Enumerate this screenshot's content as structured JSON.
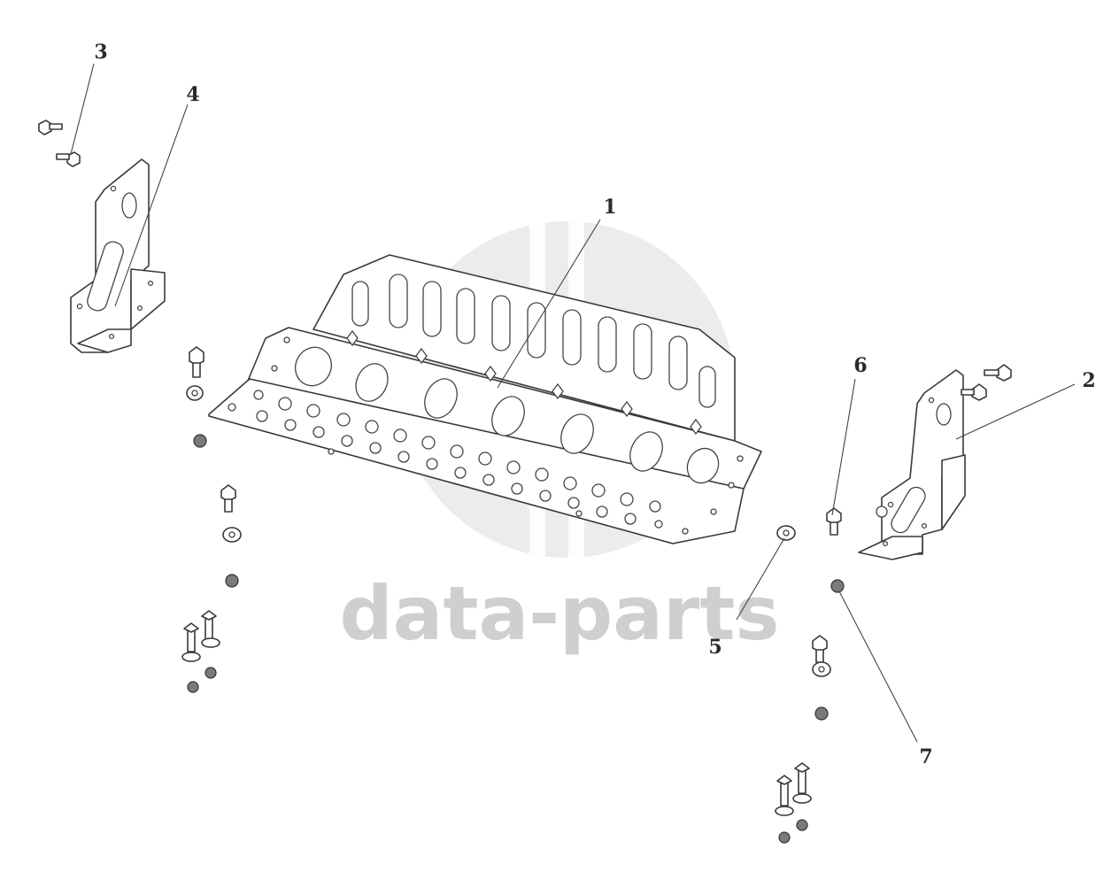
{
  "watermark": {
    "text": "data-parts",
    "color": "#cfcfcf"
  },
  "callouts": [
    {
      "id": "1",
      "label": "1"
    },
    {
      "id": "2",
      "label": "2"
    },
    {
      "id": "3",
      "label": "3"
    },
    {
      "id": "4",
      "label": "4"
    },
    {
      "id": "5",
      "label": "5"
    },
    {
      "id": "6",
      "label": "6"
    },
    {
      "id": "7",
      "label": "7"
    }
  ],
  "parts": [
    {
      "id": "1",
      "name": "skid-plate"
    },
    {
      "id": "2",
      "name": "right-bracket"
    },
    {
      "id": "3",
      "name": "bolt"
    },
    {
      "id": "4",
      "name": "left-bracket"
    },
    {
      "id": "5",
      "name": "washer"
    },
    {
      "id": "6",
      "name": "bolt"
    },
    {
      "id": "7",
      "name": "nut"
    }
  ]
}
